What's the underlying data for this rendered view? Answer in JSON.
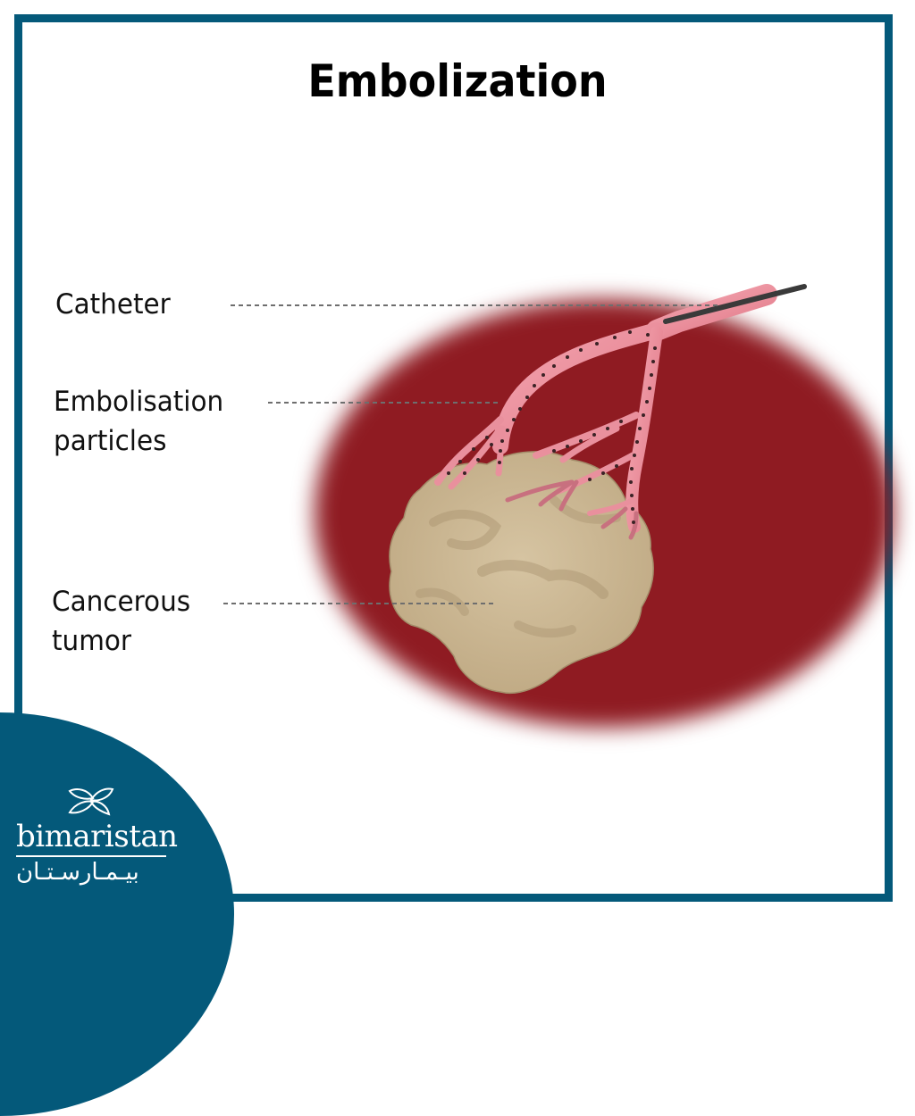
{
  "title": "Embolization",
  "labels": {
    "catheter": "Catheter",
    "particles_line1": "Embolisation",
    "particles_line2": "particles",
    "tumor_line1": "Cancerous",
    "tumor_line2": "tumor"
  },
  "logo": {
    "icon": "butterfly-leaf-icon",
    "name_latin": "bimaristan",
    "name_arabic": "بيـمـارسـتـان"
  },
  "colors": {
    "frame": "#04597a",
    "tissue": "#8f1b22",
    "vessel": "#e8808f",
    "tumor": "#cdb894",
    "catheter": "#3a3a3a",
    "leader_line": "#777777"
  }
}
